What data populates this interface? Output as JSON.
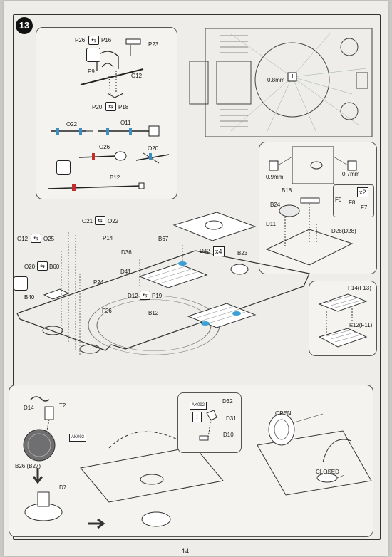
{
  "step": {
    "number": "13"
  },
  "page_number": "14",
  "detail_top": {
    "labels": {
      "p26": "P26",
      "p16": "P16",
      "p23": "P23",
      "p9": "P9",
      "o12": "O12",
      "p20": "P20",
      "p18": "P18"
    }
  },
  "detail_tools": {
    "labels": {
      "o22": "O22",
      "o11": "O11",
      "o26": "O26",
      "o20": "O20",
      "b12": "B12"
    }
  },
  "hull_detail": {
    "mm": "0.8mm"
  },
  "turret_detail": {
    "mm_left": "0.9mm",
    "mm_right": "0.7mm",
    "labels": {
      "b18": "B18",
      "b24": "B24",
      "d11": "D11",
      "f6": "F6",
      "f8": "F8",
      "f7": "F7",
      "d28": "D28(D28)",
      "x2": "x2"
    }
  },
  "grilles_detail": {
    "f14": "F14(F13)",
    "f12": "F12(F11)"
  },
  "main_assembly": {
    "labels": {
      "o21": "O21",
      "o22": "O22",
      "p14": "P14",
      "o12": "O12",
      "o25": "O25",
      "b67": "B67",
      "d36": "D36",
      "d42": "D42",
      "x4": "x4",
      "b23": "B23",
      "o20": "O20",
      "b60": "B60",
      "d41": "D41",
      "p24": "P24",
      "b40": "B40",
      "d12": "D12",
      "p19": "P19",
      "f26": "F26",
      "b12": "B12"
    }
  },
  "bottom_section": {
    "labels": {
      "d14": "D14",
      "t2": "T2",
      "ak092": "AK092",
      "b26": "B26 (B27)",
      "d7": "D7",
      "ak092_inset": "AK092",
      "d32": "D32",
      "d31": "D31",
      "d10": "D10",
      "open": "OPEN",
      "closed": "CLOSED"
    }
  }
}
